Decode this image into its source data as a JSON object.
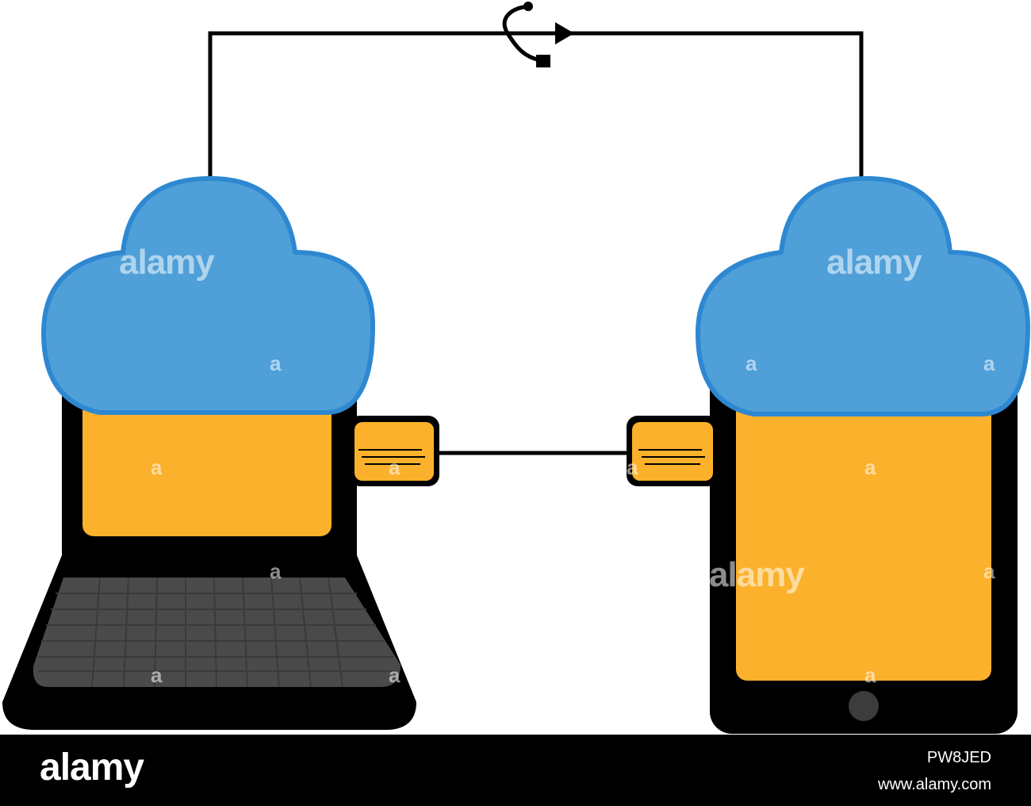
{
  "colors": {
    "cloud_fill": "#4f9fd8",
    "cloud_stroke": "#2e88d1",
    "screen": "#fbb12b",
    "device": "#000000",
    "keyboard": "#4a4a4a",
    "home_button": "#3c3c3c",
    "line": "#000000",
    "footer": "#000000"
  },
  "icons": {
    "usb": "usb-icon",
    "left_cloud": "cloud-icon",
    "right_cloud": "cloud-icon",
    "laptop": "laptop-icon",
    "tablet": "tablet-icon"
  },
  "watermark": {
    "word": "alamy",
    "letter": "a"
  },
  "footer": {
    "logo": "alamy",
    "image_id": "PW8JED",
    "url": "www.alamy.com"
  }
}
